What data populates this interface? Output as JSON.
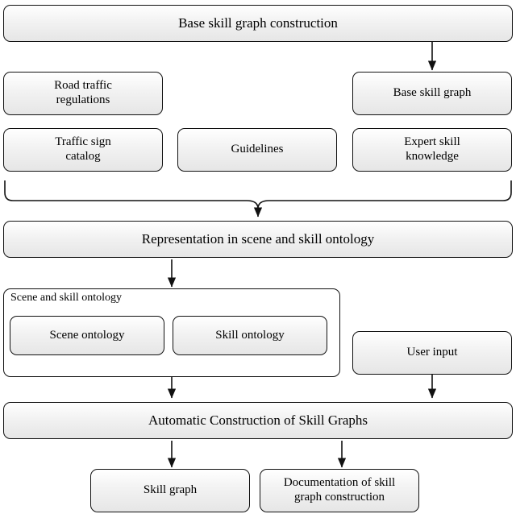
{
  "diagram": {
    "title": "Base skill graph construction",
    "nodes": [
      {
        "id": "base-skill-graph-construction",
        "label": "Base skill graph construction"
      },
      {
        "id": "road-traffic-regulations",
        "label": "Road traffic\nregulations"
      },
      {
        "id": "base-skill-graph",
        "label": "Base skill graph"
      },
      {
        "id": "traffic-sign-catalog",
        "label": "Traffic sign\ncatalog"
      },
      {
        "id": "guidelines",
        "label": "Guidelines"
      },
      {
        "id": "expert-skill-knowledge",
        "label": "Expert skill\nknowledge"
      },
      {
        "id": "representation-in-scene-and-skill-ontology",
        "label": "Representation in scene and skill ontology"
      },
      {
        "id": "scene-and-skill-ontology-group",
        "label": "Scene and skill ontology"
      },
      {
        "id": "scene-ontology",
        "label": "Scene ontology"
      },
      {
        "id": "skill-ontology",
        "label": "Skill ontology"
      },
      {
        "id": "user-input",
        "label": "User input"
      },
      {
        "id": "automatic-construction-of-skill-graphs",
        "label": "Automatic Construction of Skill Graphs"
      },
      {
        "id": "skill-graph",
        "label": "Skill graph"
      },
      {
        "id": "documentation-of-skill-graph-construction",
        "label": "Documentation of skill\ngraph construction"
      }
    ],
    "colors": {
      "stroke": "#111111",
      "fill_top": "#ffffff",
      "fill_bottom": "#e6e6e6",
      "background": "#ffffff"
    }
  }
}
